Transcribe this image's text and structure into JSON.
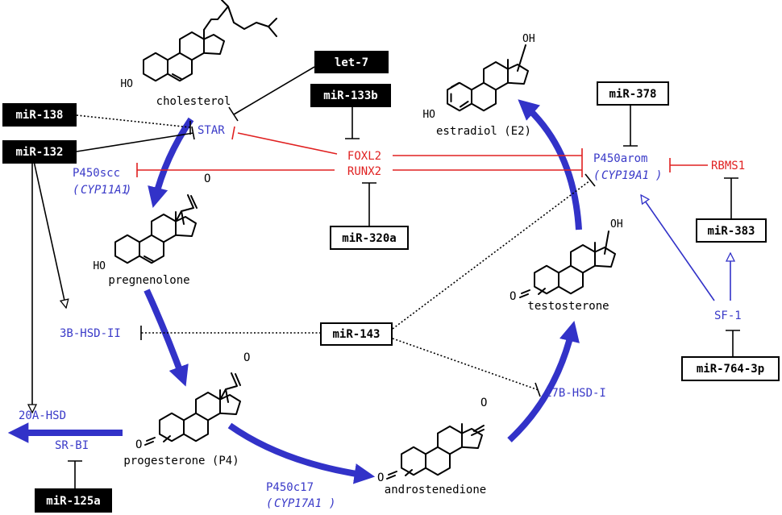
{
  "molecules": {
    "cholesterol": "cholesterol",
    "pregnenolone": "pregnenolone",
    "progesterone": "progesterone (P4)",
    "androstenedione": "androstenedione",
    "testosterone": "testosterone",
    "estradiol": "estradiol (E2)"
  },
  "atoms": {
    "hydroxyl": "OH",
    "hydroxyl_left": "HO",
    "oxygen": "O"
  },
  "enzymes": {
    "star": "STAR",
    "p450scc": "P450scc",
    "p450scc_gene": "CYP11A1",
    "hsd3b": "3B-HSD-II",
    "hsd20a": "20A-HSD",
    "srbi": "SR-BI",
    "p450c17": "P450c17",
    "p450c17_gene": "CYP17A1",
    "hsd17b": "17B-HSD-I",
    "p450arom": "P450arom",
    "p450arom_gene": "CYP19A1",
    "sf1": "SF-1"
  },
  "regulators": {
    "foxl2": "FOXL2",
    "runx2": "RUNX2",
    "rbms1": "RBMS1"
  },
  "mirnas": {
    "let7": "let-7",
    "mir133b": "miR-133b",
    "mir138": "miR-138",
    "mir132": "miR-132",
    "mir320a": "miR-320a",
    "mir378": "miR-378",
    "mir383": "miR-383",
    "mir143": "miR-143",
    "mir7643p": "miR-764-3p",
    "mir125a": "miR-125a"
  },
  "colors": {
    "enzyme": "#3a3ac8",
    "regulator": "#e02020",
    "pathway_arrow": "#3232c8",
    "mirna_black_box": "#000000",
    "mirna_white_box": "#ffffff"
  }
}
